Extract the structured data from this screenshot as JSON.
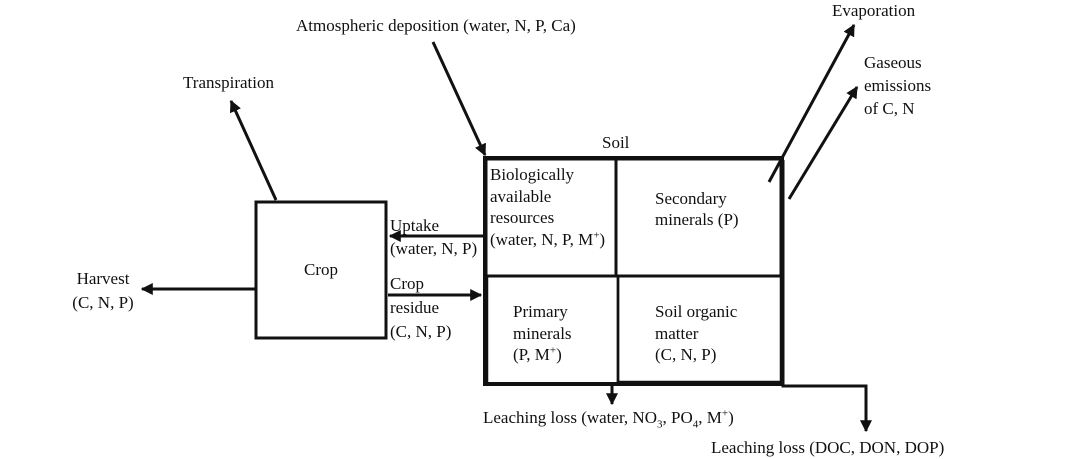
{
  "diagram": {
    "atmospheric_deposition": "Atmospheric deposition (water, N, P, Ca)",
    "transpiration": "Transpiration",
    "evaporation": "Evaporation",
    "gaseous_emissions": [
      "Gaseous",
      "emissions",
      "of C, N"
    ],
    "soil_title": "Soil",
    "crop": "Crop",
    "harvest": [
      "Harvest",
      "(C, N, P)"
    ],
    "uptake": [
      "Uptake",
      "(water, N, P)"
    ],
    "crop_residue": [
      "Crop",
      "residue",
      "(C, N, P)"
    ],
    "biologically_available": {
      "lines": [
        "Biologically",
        "available",
        "resources"
      ],
      "last": {
        "pre": "(water, N, P, M",
        "sup": "+",
        "post": ")"
      }
    },
    "secondary_minerals": [
      "Secondary",
      "minerals (P)"
    ],
    "primary_minerals": {
      "lines": [
        "Primary",
        "minerals"
      ],
      "last": {
        "pre": "(P, M",
        "sup": "+",
        "post": ")"
      }
    },
    "soil_organic_matter": [
      "Soil organic",
      "matter",
      "(C, N, P)"
    ],
    "leaching_inorganic": {
      "p1": "Leaching loss (water, NO",
      "s1": "3",
      "p2": ", PO",
      "s2": "4",
      "p3": ", M",
      "sup": "+",
      "p4": ")"
    },
    "leaching_organic": "Leaching loss (DOC, DON, DOP)"
  },
  "colors": {
    "ink": "#111111",
    "background": "#ffffff"
  }
}
